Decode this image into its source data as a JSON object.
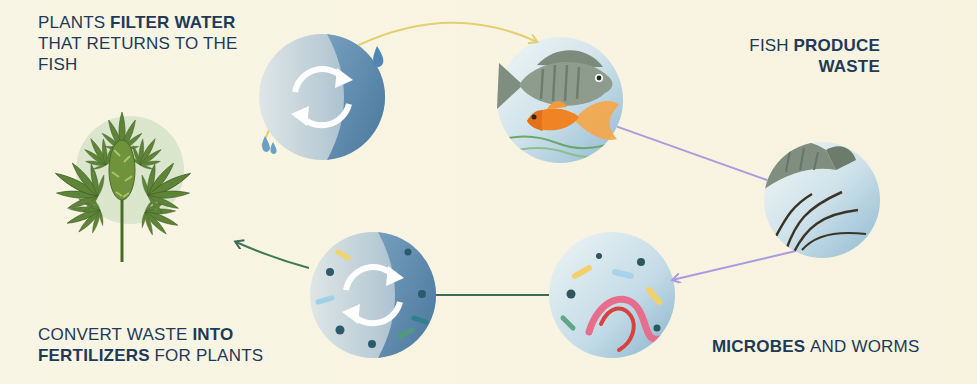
{
  "diagram": {
    "nodes": [
      {
        "text": [
          "PLANTS",
          "FILTER WATER",
          "THAT RETURNS TO THE FISH"
        ]
      },
      {
        "text": [
          "FISH",
          "PRODUCE WASTE"
        ]
      },
      {
        "text": [
          "CONVERT WASTE",
          "INTO FERTILIZERS",
          "FOR PLANTS"
        ]
      },
      {
        "text": [
          "MICROBES",
          "AND WORMS"
        ]
      }
    ],
    "edges": [
      {
        "from": 0,
        "to": 1,
        "arrow": "to"
      },
      {
        "from": 1,
        "to": 3,
        "arrow": "to"
      },
      {
        "from": 3,
        "to": 2,
        "arrow": "none"
      }
    ]
  }
}
